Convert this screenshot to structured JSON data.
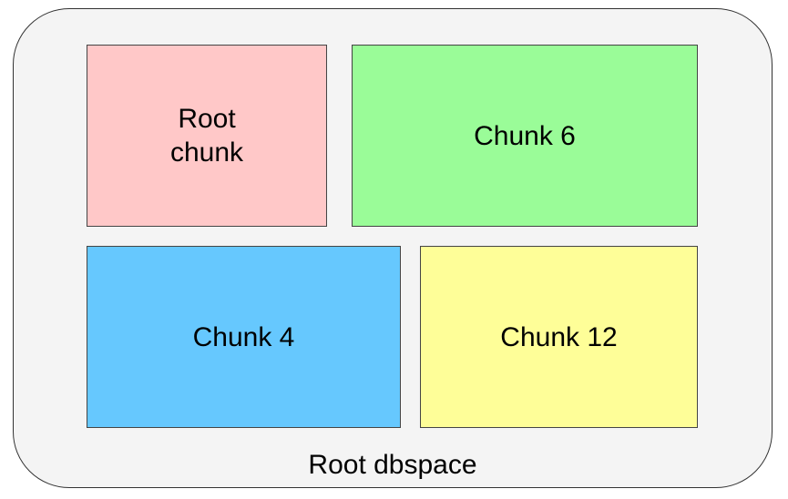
{
  "dbspace": {
    "label": "Root dbspace",
    "background": "#f4f4f4",
    "border": "#333333"
  },
  "chunks": [
    {
      "id": "root-chunk",
      "label": "Root chunk",
      "color": "#ffc8c8"
    },
    {
      "id": "chunk-6",
      "label": "Chunk 6",
      "color": "#9afc98"
    },
    {
      "id": "chunk-4",
      "label": "Chunk 4",
      "color": "#66c8fe"
    },
    {
      "id": "chunk-12",
      "label": "Chunk 12",
      "color": "#fefe98"
    }
  ]
}
